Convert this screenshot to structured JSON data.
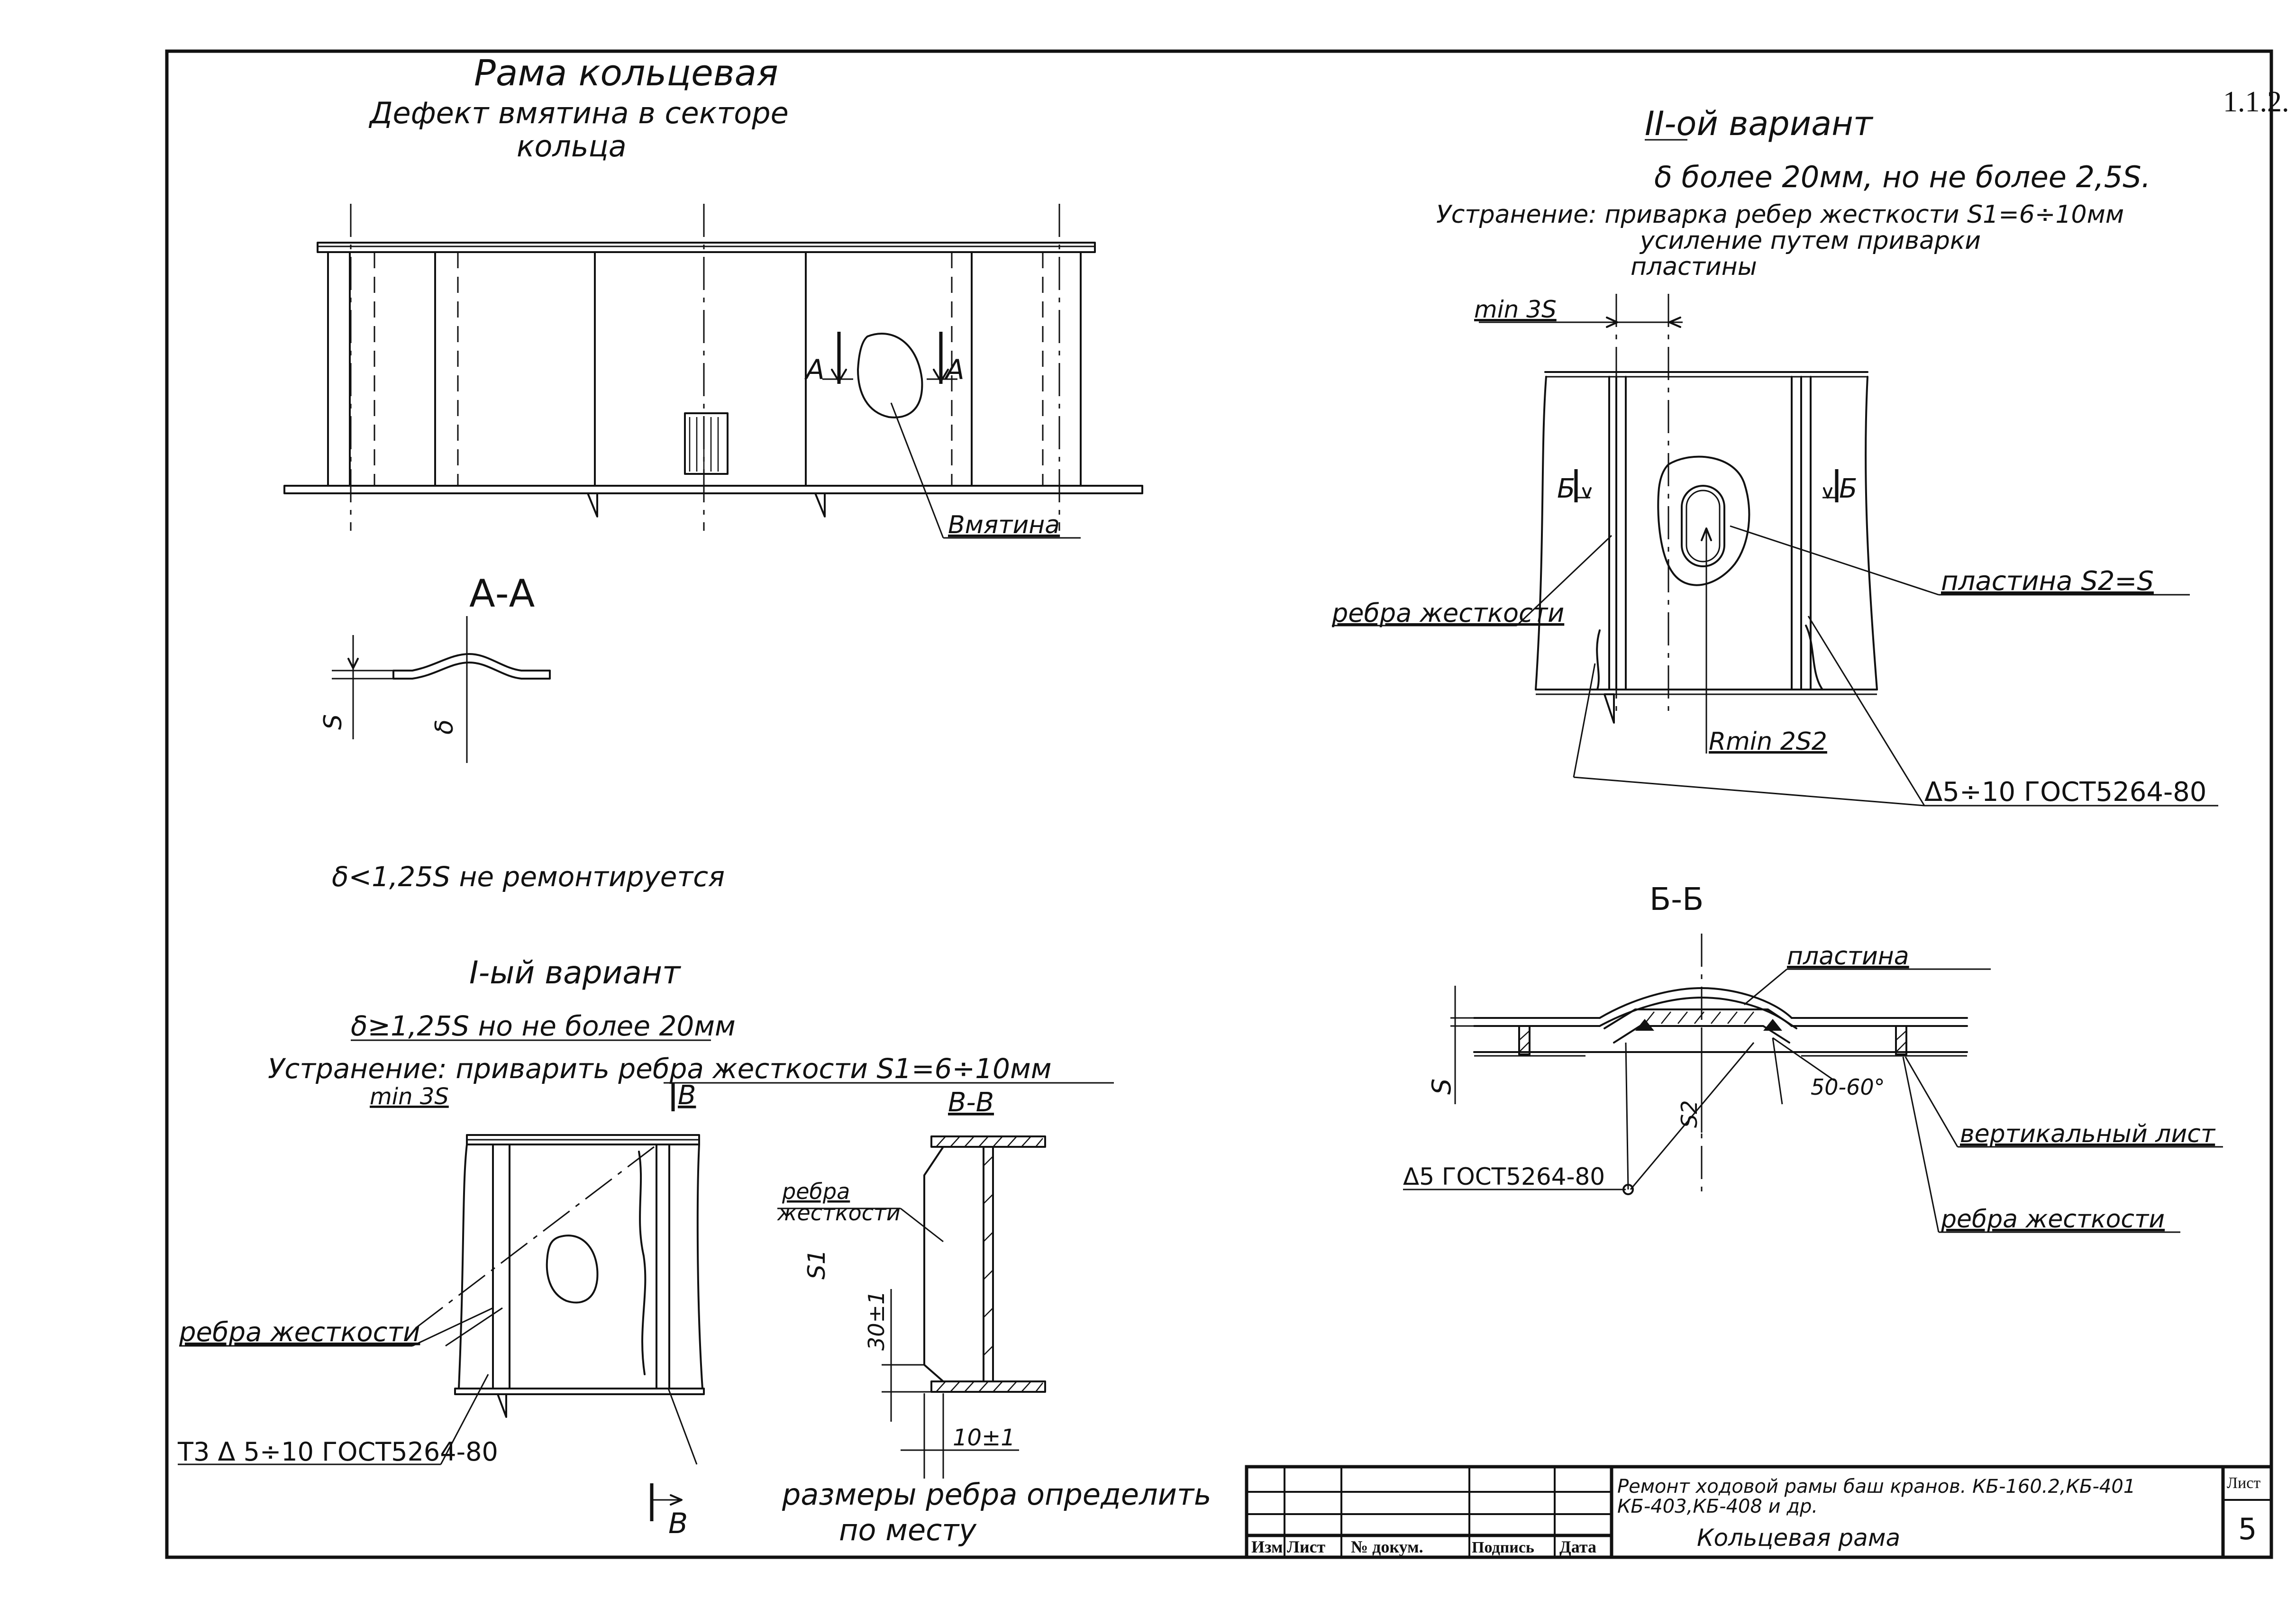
{
  "sheet_code": "1.1.2.",
  "title_block": {
    "header_line1": "Ремонт ходовой рамы баш кранов. КБ-160.2,КБ-401",
    "header_line2": "КБ-403,КБ-408 и др.",
    "drawing_title": "Кольцевая рама",
    "sheet_label": "Лист",
    "sheet_number": "5",
    "col_izm": "Изм",
    "col_list": "Лист",
    "col_doc": "№ докум.",
    "col_sign": "Подпись",
    "col_date": "Дата"
  },
  "main_view": {
    "title_line1": "Рама кольцевая",
    "title_line2": "Дефект вмятина в секторе",
    "title_line3": "кольца",
    "section_mark_left": "А",
    "section_mark_right": "А",
    "dent_label": "Вмятина"
  },
  "section_aa": {
    "title": "А-А",
    "label_s": "S",
    "label_delta": "δ"
  },
  "not_repaired_note": "δ<1,25S не ремонтируется",
  "variant1": {
    "title": "I-ый вариант",
    "condition": "δ≥1,25S но не более 20мм",
    "remedy": "Устранение: приварить ребра жесткости S1=6÷10мм",
    "dim_min": "min 3S",
    "section_mark": "В",
    "section_mark_bottom": "В",
    "rib_label": "ребра жесткости",
    "weld_label": "Т3 Δ 5÷10 ГОСТ5264-80",
    "section_title": "В-В",
    "section_rib_label_line1": "ребра",
    "section_rib_label_line2": "жесткости",
    "section_s1": "S1",
    "dim_30": "30±1",
    "dim_10": "10±1",
    "note_line1": "размеры ребра определить",
    "note_line2": "по месту"
  },
  "variant2": {
    "title": "II-ой вариант",
    "condition": "δ более 20мм, но не более 2,5S.",
    "remedy_line1": "Устранение: приварка ребер жесткости S1=6÷10мм",
    "remedy_line2": "усиление путем приварки",
    "remedy_line3": "пластины",
    "dim_min": "min 3S",
    "section_mark_left": "Б",
    "section_mark_right": "Б",
    "plate_label": "пластина S2=S",
    "rib_label": "ребра жесткости",
    "radius_label": "Rmin 2S2",
    "weld_label": "Δ5÷10 ГОСТ5264-80"
  },
  "section_bb": {
    "title": "Б-Б",
    "plate_label": "пластина",
    "angle_label": "50-60°",
    "s_label": "S",
    "s2_label": "S2",
    "vertical_sheet_label": "вертикальный лист",
    "rib_label": "ребра жесткости",
    "weld_label": "Δ5 ГОСТ5264-80"
  }
}
